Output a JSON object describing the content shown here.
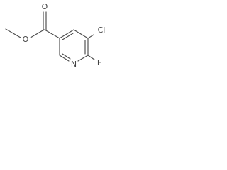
{
  "molecule": {
    "atoms": {
      "methyl_oxygen": "O",
      "carbonyl_oxygen": "O",
      "chlorine": "Cl",
      "fluorine": "F",
      "ring_nitrogen": "N"
    },
    "colors": {
      "bond": "#4d4d4d",
      "label": "#444444",
      "background": "#ffffff"
    }
  }
}
